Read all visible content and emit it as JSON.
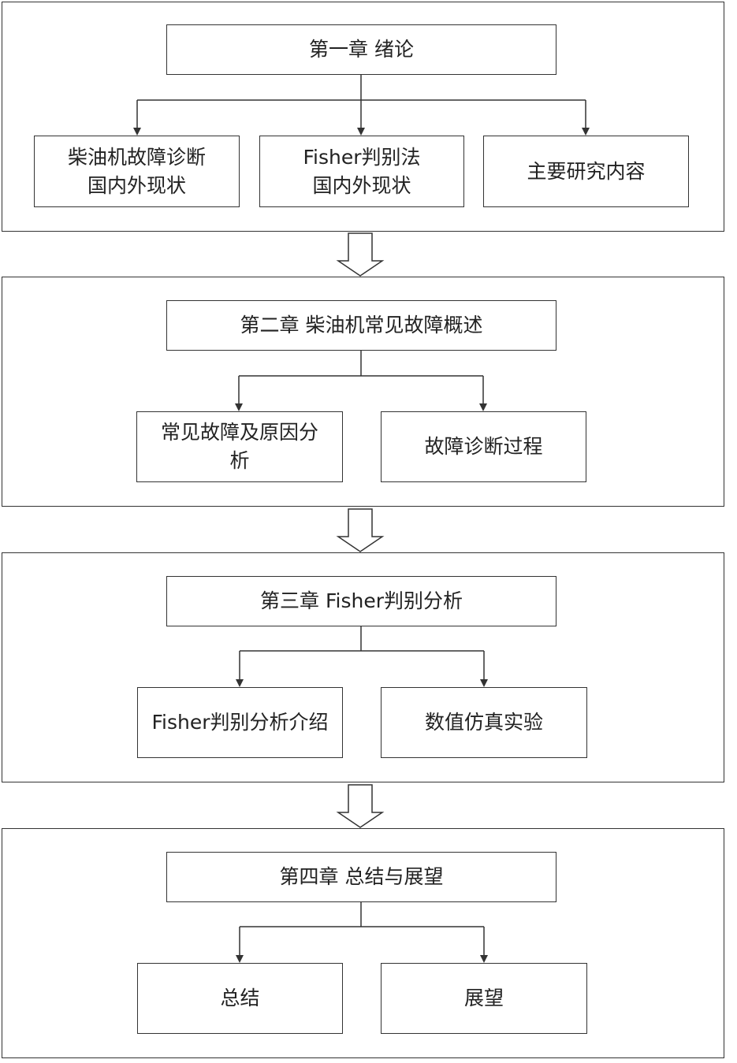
{
  "chapters": [
    {
      "title": "第一章  绪论",
      "children": [
        "柴油机故障诊断\n国内外现状",
        "Fisher判别法\n国内外现状",
        "主要研究内容"
      ]
    },
    {
      "title": "第二章  柴油机常见故障概述",
      "children": [
        "常见故障及原因分\n析",
        "故障诊断过程"
      ]
    },
    {
      "title": "第三章  Fisher判别分析",
      "children": [
        "Fisher判别分析介绍",
        "数值仿真实验"
      ]
    },
    {
      "title": "第四章  总结与展望",
      "children": [
        "总结",
        "展望"
      ]
    }
  ]
}
